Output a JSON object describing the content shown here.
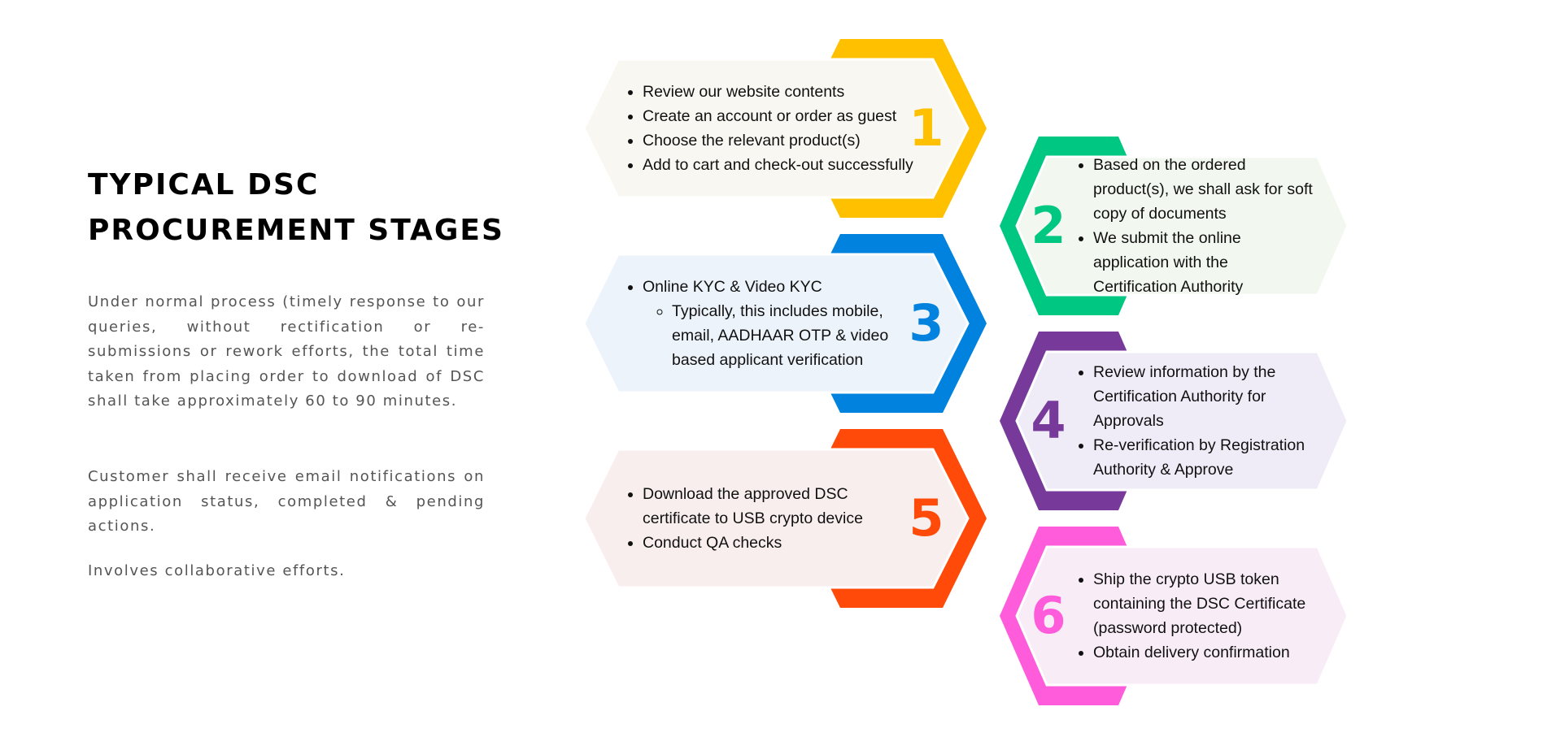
{
  "title": [
    "TYPICAL DSC",
    "PROCUREMENT STAGES"
  ],
  "paragraphs": [
    "Under normal process (timely response to our queries, without rectification or re-submissions or rework efforts, the total time taken from placing order to download of DSC shall take approximately 60 to 90 minutes.",
    "Customer shall receive email notifications on application status, completed & pending actions.",
    "Involves collaborative efforts."
  ],
  "stages": [
    {
      "number": "1",
      "color": "#FFC000",
      "fill": "#F9F7F1",
      "items": [
        "Review our website contents",
        "Create an account or order as guest",
        "Choose the relevant product(s)",
        "Add to cart and check-out successfully"
      ]
    },
    {
      "number": "2",
      "color": "#00C781",
      "fill": "#F2F8EF",
      "items": [
        "Based on the ordered product(s), we shall ask for soft copy of documents",
        "We submit the online application with the Certification Authority"
      ]
    },
    {
      "number": "3",
      "color": "#0082DE",
      "fill": "#ECF3FA",
      "items": [
        "Online KYC & Video KYC"
      ],
      "subitems": [
        "Typically, this includes mobile, email, AADHAAR OTP & video based applicant verification"
      ]
    },
    {
      "number": "4",
      "color": "#773A9B",
      "fill": "#EFECF7",
      "items": [
        "Review information by the Certification Authority for Approvals",
        "Re-verification by Registration Authority & Approve"
      ]
    },
    {
      "number": "5",
      "color": "#FF4A0A",
      "fill": "#F8EEEE",
      "items": [
        "Download the approved DSC certificate to USB crypto device",
        "Conduct QA checks"
      ]
    },
    {
      "number": "6",
      "color": "#FF5CDB",
      "fill": "#F8EDF6",
      "items": [
        "Ship the crypto USB token containing the DSC Certificate (password protected)",
        "Obtain delivery confirmation"
      ]
    }
  ]
}
